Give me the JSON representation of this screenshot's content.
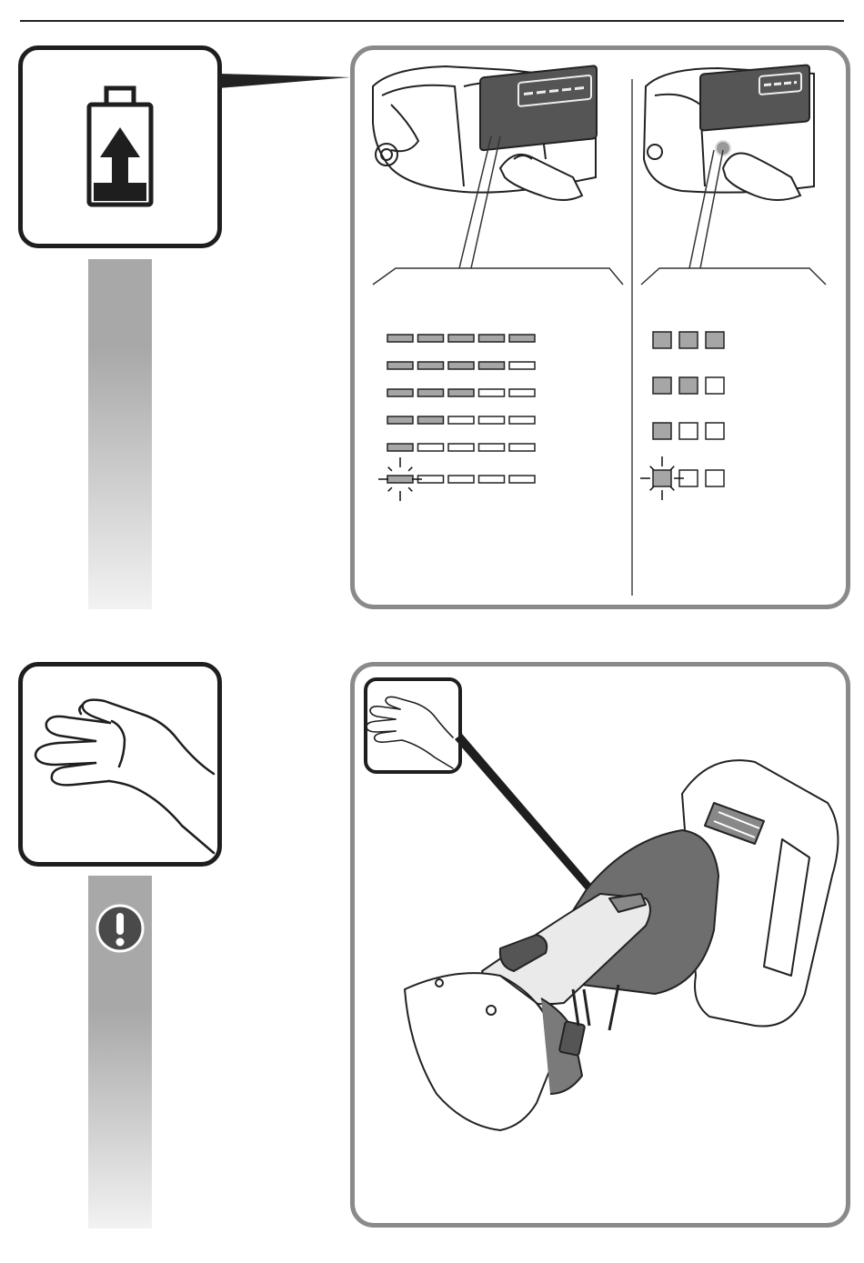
{
  "page": {
    "section1": {
      "icon": "battery-charge-icon",
      "left_indicator": {
        "led_count": 5,
        "levels_lit": [
          5,
          4,
          3,
          2,
          1,
          1
        ],
        "last_row_blinking": true
      },
      "right_indicator": {
        "led_count": 3,
        "levels_lit": [
          3,
          2,
          1,
          1
        ],
        "last_row_blinking": true
      }
    },
    "section2": {
      "icon": "hand-icon",
      "note_icon": "exclamation-icon"
    }
  },
  "colors": {
    "led_on": "#a6a6a6",
    "frame_dark": "#1e1e1e",
    "panel_border": "#8a8a8a",
    "bar_top": "#a8a8a8",
    "bar_bottom": "#f2f2f2"
  }
}
